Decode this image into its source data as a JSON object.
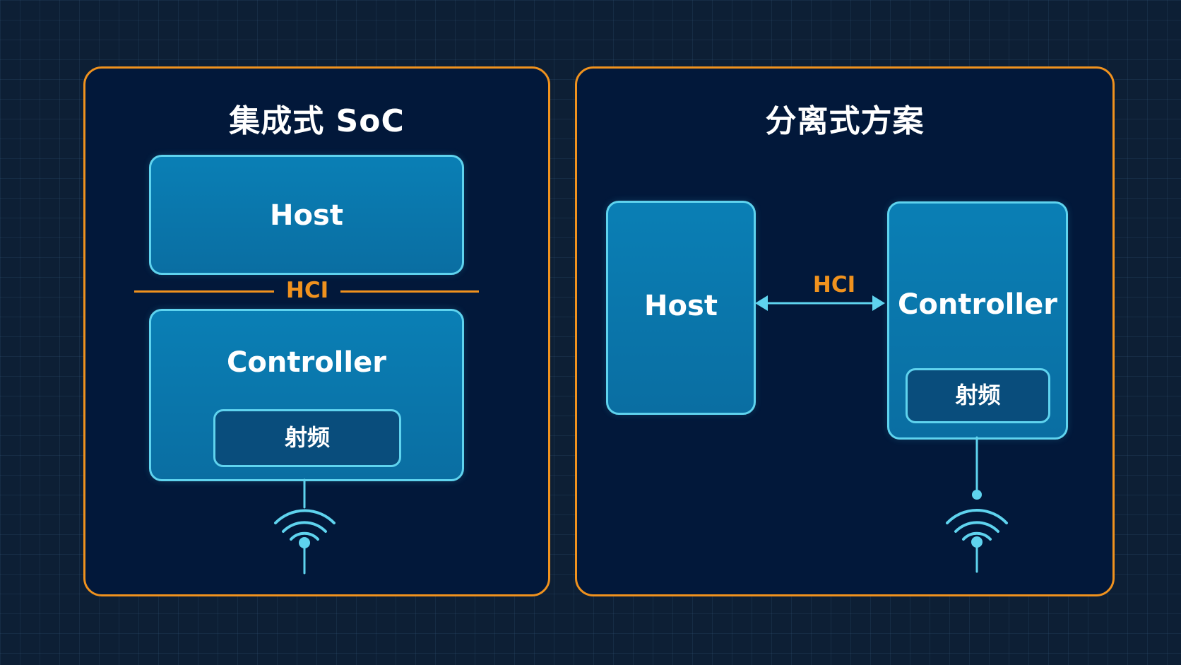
{
  "left_panel": {
    "title": "集成式 SoC",
    "host_label": "Host",
    "hci_label": "HCI",
    "controller_label": "Controller",
    "rf_label": "射频"
  },
  "right_panel": {
    "title": "分离式方案",
    "host_label": "Host",
    "hci_label": "HCI",
    "controller_label": "Controller",
    "rf_label": "射频"
  },
  "colors": {
    "background": "#0d1f35",
    "panel_border": "#f0921e",
    "block_fill": "#0a78ad",
    "block_border": "#5fd3ee",
    "rf_fill": "#094d7c",
    "hci": "#f0921e",
    "antenna": "#5fd3ee"
  },
  "icons": {
    "antenna": "wifi-antenna-icon",
    "arrow": "double-arrow"
  }
}
